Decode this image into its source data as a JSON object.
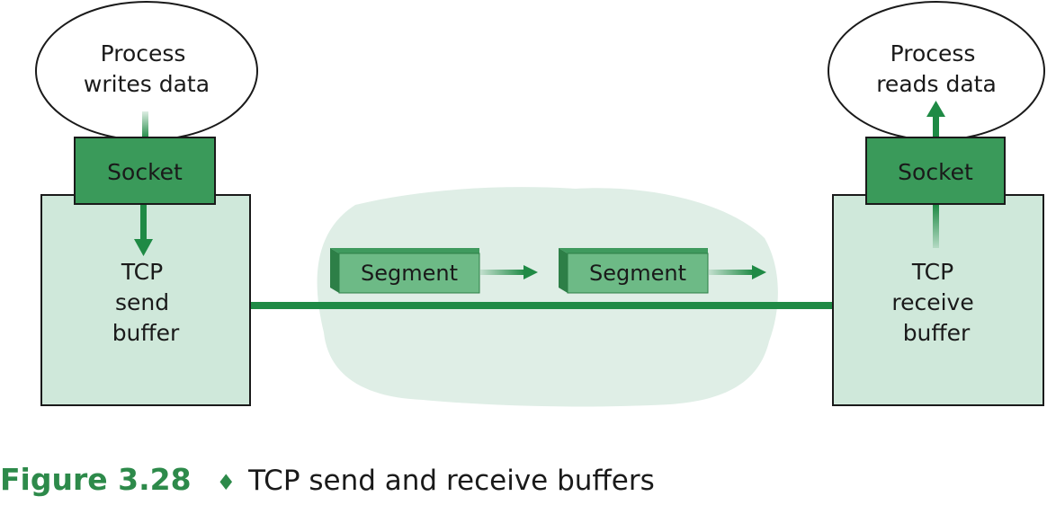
{
  "sender": {
    "process_lines": [
      "Process",
      "writes data"
    ],
    "socket_label": "Socket",
    "buffer_lines": [
      "TCP",
      "send",
      "buffer"
    ]
  },
  "receiver": {
    "process_lines": [
      "Process",
      "reads data"
    ],
    "socket_label": "Socket",
    "buffer_lines": [
      "TCP",
      "receive",
      "buffer"
    ]
  },
  "segments": [
    "Segment",
    "Segment"
  ],
  "caption": {
    "figure_number": "Figure 3.28",
    "separator": "♦",
    "title": "TCP send and receive buffers"
  },
  "colors": {
    "socket_fill": "#3a9a5a",
    "buffer_fill": "#cfe8da",
    "network_cloud": "#dfeee6",
    "link_line": "#1f8a45",
    "segment_fill": "#6dba86",
    "arrow": "#1f8a45",
    "caption_accent": "#2d8a4a"
  }
}
